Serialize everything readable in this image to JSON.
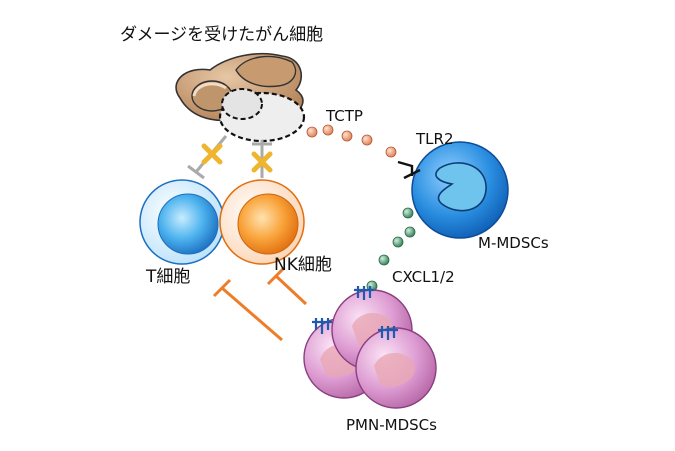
{
  "labels": {
    "damaged_cell": "ダメージを受けたがん細胞",
    "tctp": "TCTP",
    "tlr2": "TLR2",
    "t_cell": "T細胞",
    "nk_cell": "NK細胞",
    "m_mdscs": "M-MDSCs",
    "cxcl": "CXCL1/2",
    "pmn_mdscs": "PMN-MDSCs"
  },
  "colors": {
    "tumor_brown": "#c79a70",
    "tctp_dot": "#f0a07a",
    "cxcl_dot": "#4f9b72",
    "t_cell_blue": "#2f8fd6",
    "nk_cell_orange": "#f59a2e",
    "m_mdsc_blue": "#1e7fd6",
    "pmn_pink": "#d47fc3",
    "inhibit_orange": "#ee7d2a",
    "block_x": "#f0b52e"
  }
}
